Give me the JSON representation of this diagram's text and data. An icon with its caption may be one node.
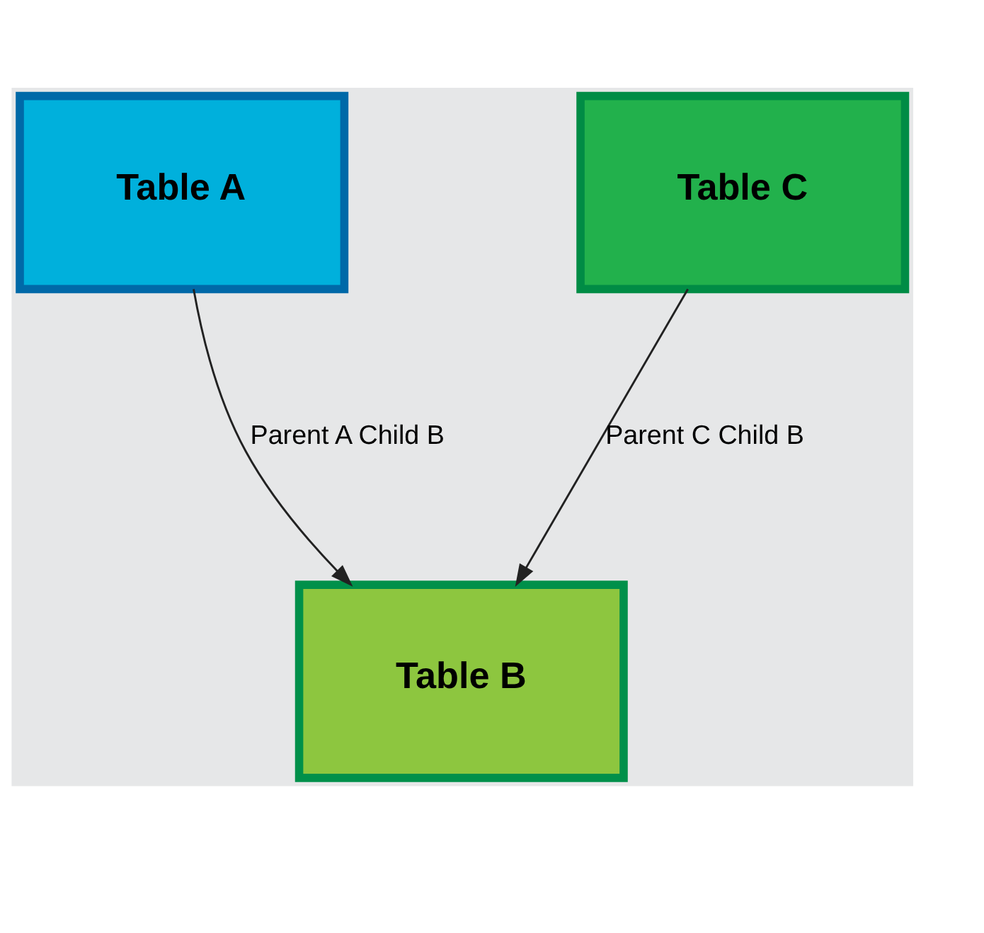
{
  "diagram": {
    "nodes": [
      {
        "text": [
          "Table A"
        ]
      },
      {
        "text": [
          "Table C"
        ]
      },
      {
        "text": [
          "Table B"
        ]
      }
    ],
    "edges": [
      {
        "from": 0,
        "to": 2,
        "arrow": "to",
        "label": "Parent A Child B"
      },
      {
        "from": 1,
        "to": 2,
        "arrow": "to",
        "label": "Parent C Child B"
      }
    ]
  }
}
